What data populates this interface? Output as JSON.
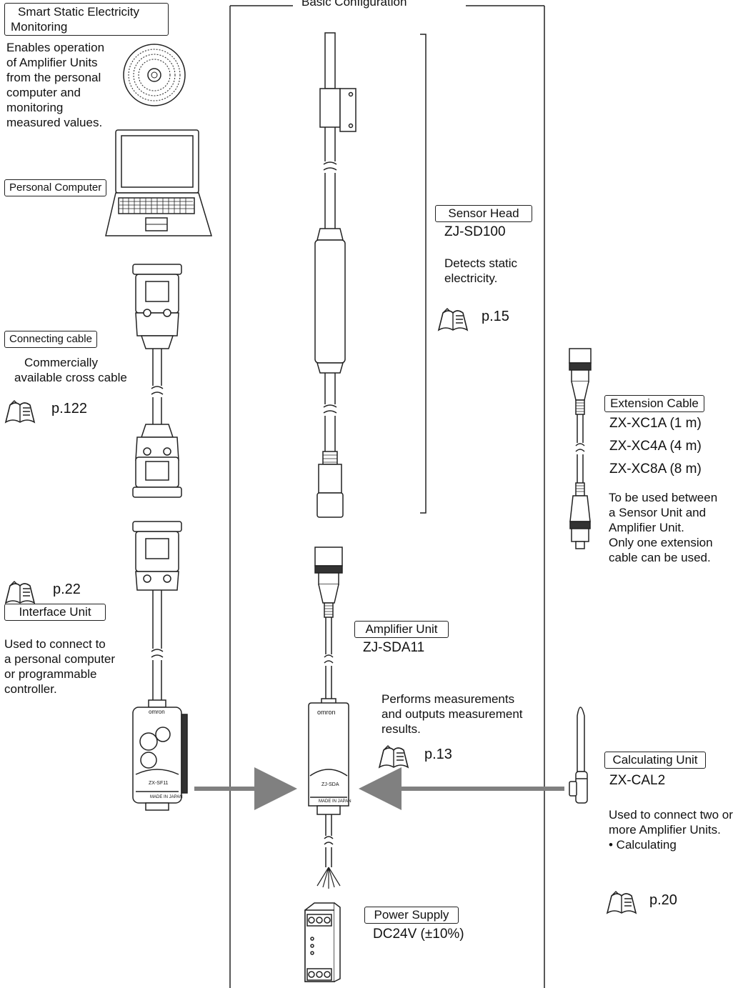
{
  "basic_configuration": {
    "title": "Basic Configuration"
  },
  "software": {
    "label_line1": "Smart Static Electricity",
    "label_line2": "Monitoring",
    "desc": [
      "Enables operation",
      "of Amplifier Units",
      "from the personal",
      "computer and",
      "monitoring",
      "measured values."
    ]
  },
  "personal_computer": {
    "label": "Personal Computer"
  },
  "connecting_cable": {
    "label": "Connecting cable",
    "desc": [
      "Commercially",
      "available cross cable"
    ],
    "page": "p.122"
  },
  "interface_unit": {
    "label": "Interface Unit",
    "desc": [
      "Used to connect to",
      "a personal computer",
      "or programmable",
      "controller."
    ],
    "page": "p.22"
  },
  "sensor_head": {
    "label": "Sensor Head",
    "model": "ZJ-SD100",
    "desc": [
      "Detects static",
      "electricity."
    ],
    "page": "p.15"
  },
  "amplifier_unit": {
    "label": "Amplifier Unit",
    "model": "ZJ-SDA11",
    "desc": [
      "Performs measurements",
      "and outputs measurement",
      "results."
    ],
    "page": "p.13"
  },
  "power_supply": {
    "label": "Power Supply",
    "spec": "DC24V (±10%)"
  },
  "extension_cable": {
    "label": "Extension Cable",
    "models": [
      "ZX-XC1A (1 m)",
      "ZX-XC4A (4 m)",
      "ZX-XC8A (8 m)"
    ],
    "desc": [
      "To be used between",
      "a Sensor Unit and",
      "Amplifier Unit.",
      "Only one extension",
      "cable can be used."
    ]
  },
  "calculating_unit": {
    "label": "Calculating Unit",
    "model": "ZX-CAL2",
    "desc": [
      "Used to connect two or",
      "more Amplifier Units.",
      "• Calculating"
    ],
    "page": "p.20"
  },
  "device_markings": {
    "amp_brand": "omron",
    "amp_model": "ZJ-SDA",
    "amp_made": "MADE IN JAPAN",
    "if_brand": "omron",
    "if_model": "ZX-SF11",
    "if_made": "MADE IN JAPAN"
  },
  "icons": [
    "cd-disc-icon",
    "laptop-icon",
    "manual-book-icon",
    "arrow-right-icon",
    "arrow-left-icon"
  ],
  "colors": {
    "arrow": "#808080",
    "line": "#222222",
    "device_fill": "#ffffff",
    "dark_band": "#333333"
  }
}
